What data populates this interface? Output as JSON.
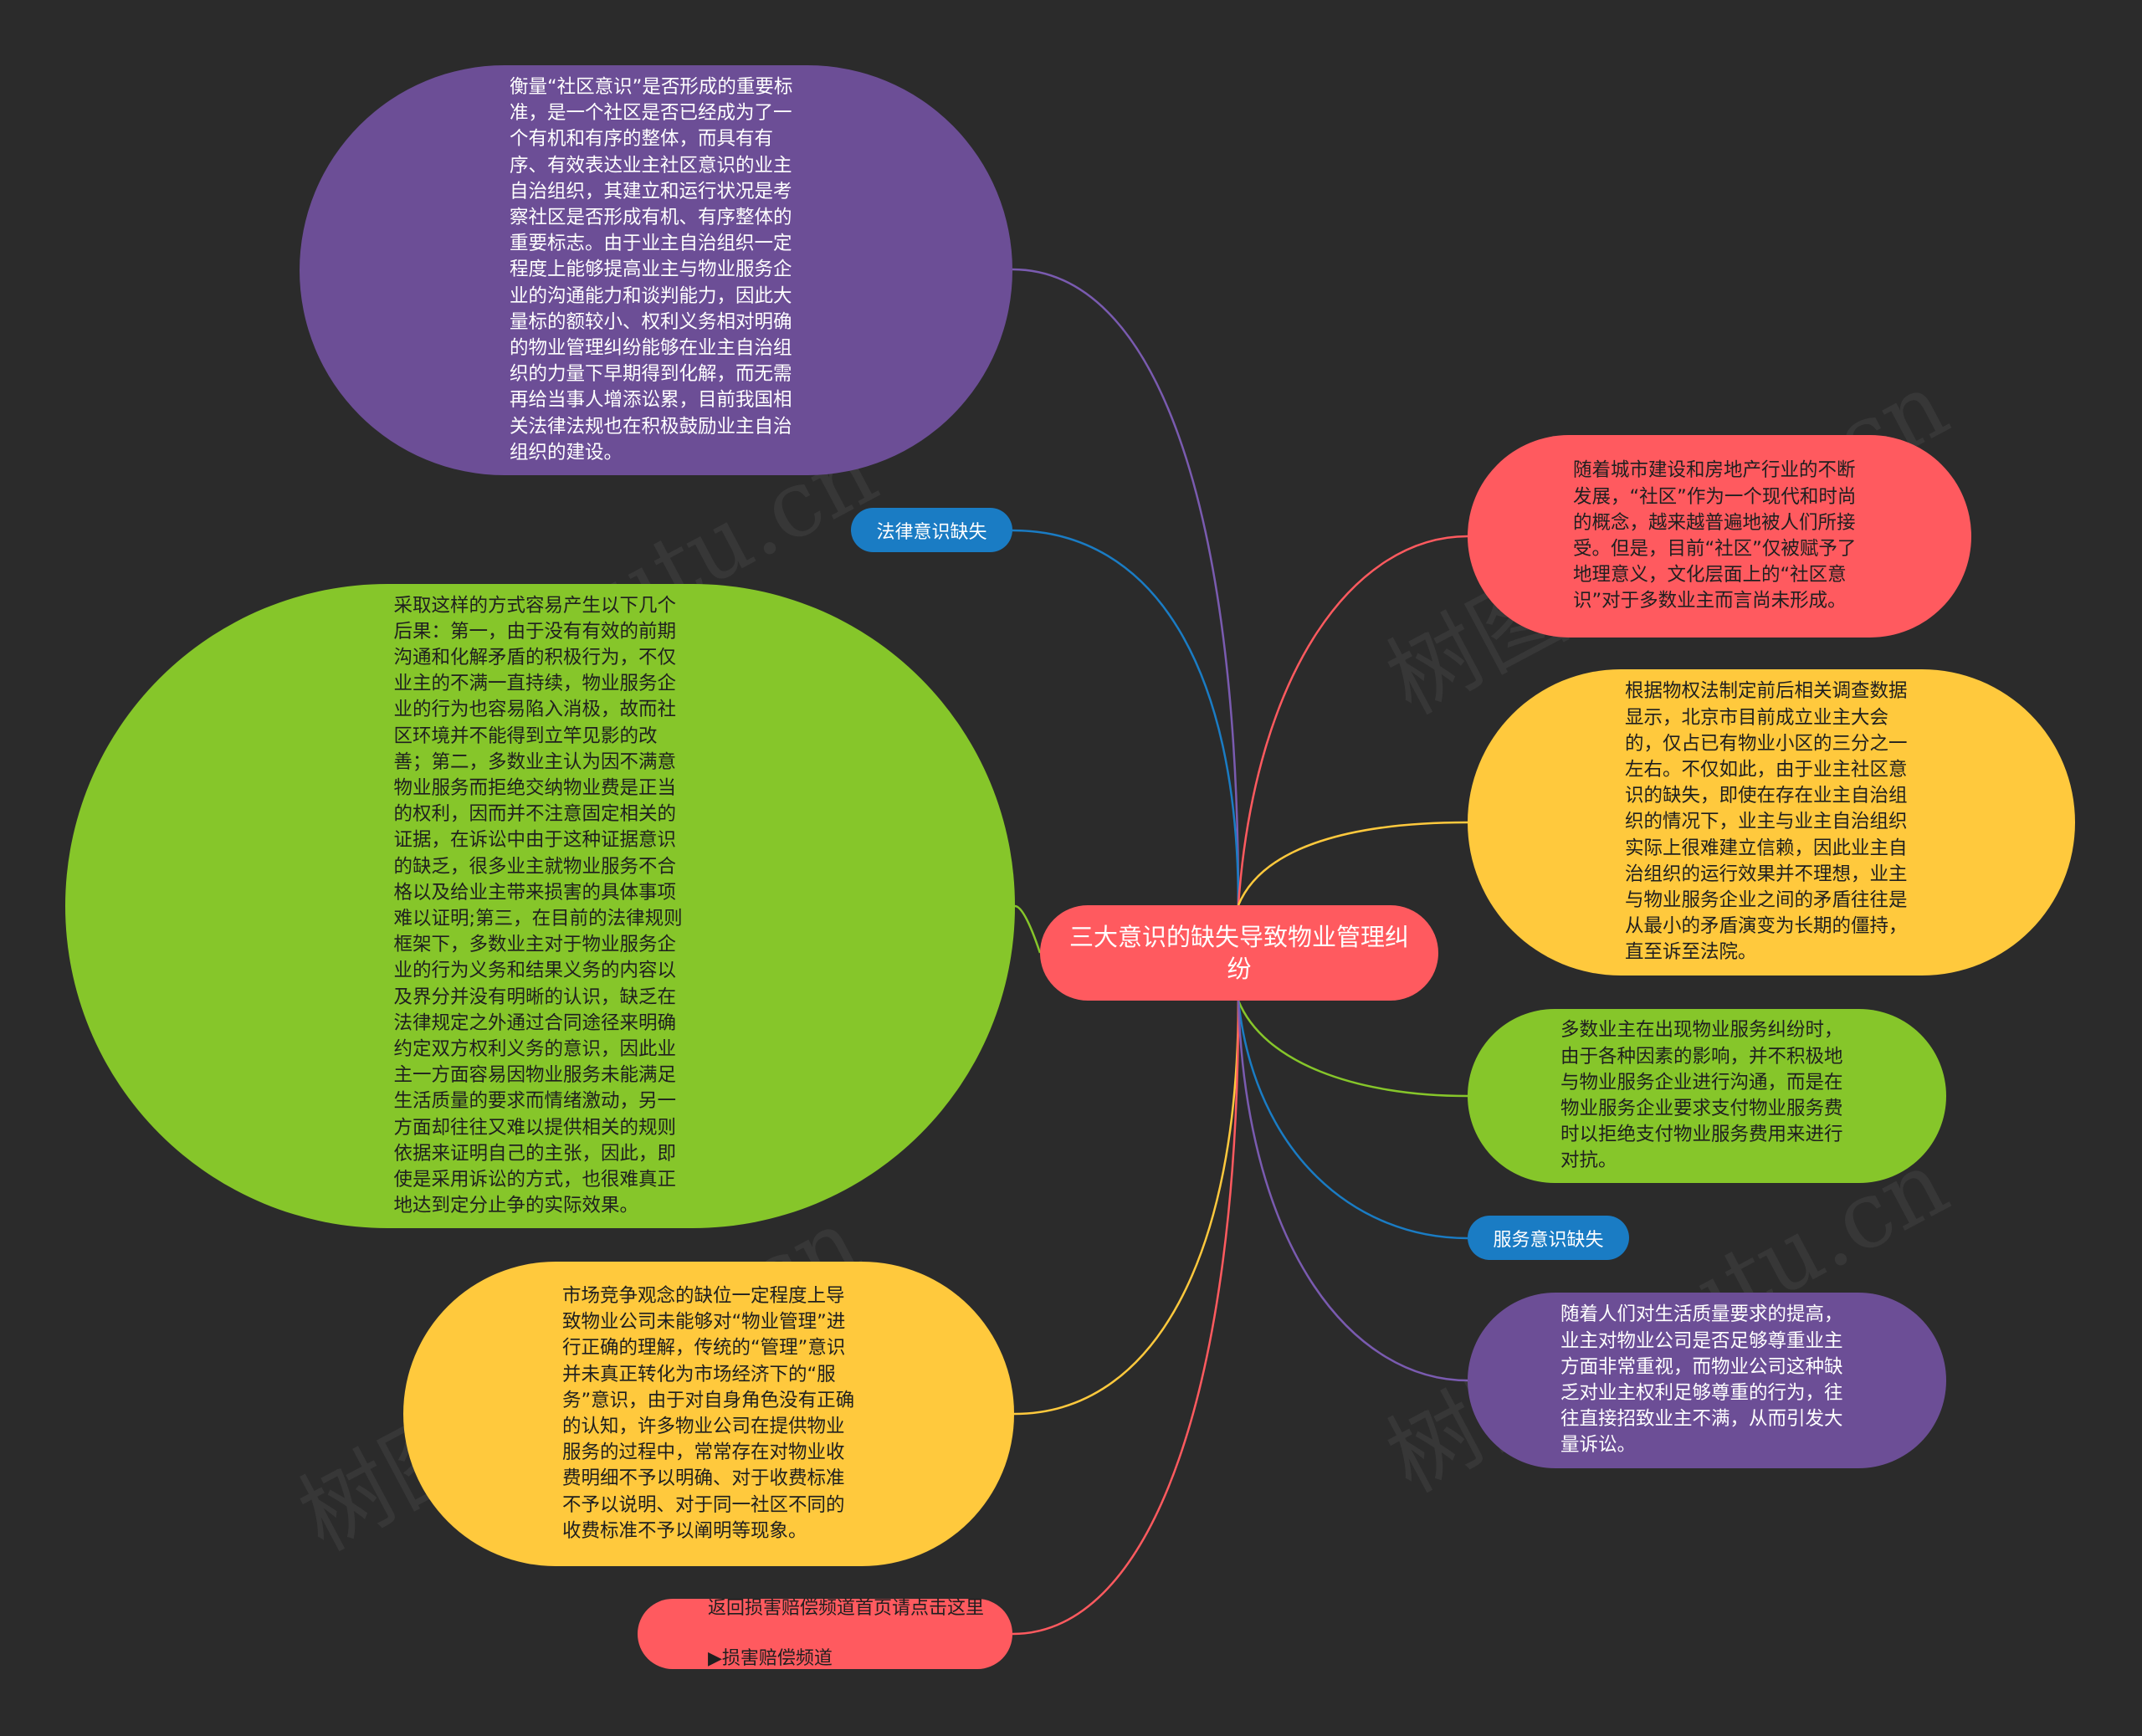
{
  "center": {
    "label": "三大意识的缺失导致物业管理纠纷"
  },
  "nodes": {
    "top_purple": "衡量“社区意识”是否形成的重要标准，是一个社区是否已经成为了一个有机和有序的整体，而具有有序、有效表达业主社区意识的业主自治组织，其建立和运行状况是考察社区是否形成有机、有序整体的重要标志。由于业主自治组织一定程度上能够提高业主与物业服务企业的沟通能力和谈判能力，因此大量标的额较小、权利义务相对明确的物业管理纠纷能够在业主自治组织的力量下早期得到化解，而无需再给当事人增添讼累，目前我国相关法律法规也在积极鼓励业主自治组织的建设。",
    "law_label": "法律意识缺失",
    "green_big": "采取这样的方式容易产生以下几个后果：第一，由于没有有效的前期沟通和化解矛盾的积极行为，不仅业主的不满一直持续，物业服务企业的行为也容易陷入消极，故而社区环境并不能得到立竿见影的改善；第二，多数业主认为因不满意物业服务而拒绝交纳物业费是正当的权利，因而并不注意固定相关的证据，在诉讼中由于这种证据意识的缺乏，很多业主就物业服务不合格以及给业主带来损害的具体事项难以证明;第三，在目前的法律规则框架下，多数业主对于物业服务企业的行为义务和结果义务的内容以及界分并没有明晰的认识，缺乏在法律规定之外通过合同途径来明确约定双方权利义务的意识，因此业主一方面容易因物业服务未能满足生活质量的要求而情绪激动，另一方面却往往又难以提供相关的规则依据来证明自己的主张，因此，即使是采用诉讼的方式，也很难真正地达到定分止争的实际效果。",
    "yellow_left": "市场竞争观念的缺位一定程度上导致物业公司未能够对“物业管理”进行正确的理解，传统的“管理”意识并未真正转化为市场经济下的“服务”意识，由于对自身角色没有正确的认知，许多物业公司在提供物业服务的过程中，常常存在对物业收费明细不予以明确、对于收费标准不予以说明、对于同一社区不同的收费标准不予以阐明等现象。",
    "return_line1": "返回损害赔偿频道首页请点击这里",
    "return_line2": "▶损害赔偿频道",
    "red_right": "随着城市建设和房地产行业的不断发展，“社区”作为一个现代和时尚的概念，越来越普遍地被人们所接受。但是，目前“社区”仅被赋予了地理意义，文化层面上的“社区意识”对于多数业主而言尚未形成。",
    "yellow_right": "根据物权法制定前后相关调查数据显示，北京市目前成立业主大会的，仅占已有物业小区的三分之一左右。不仅如此，由于业主社区意识的缺失，即使在存在业主自治组织的情况下，业主与业主自治组织实际上很难建立信赖，因此业主自治组织的运行效果并不理想，业主与物业服务企业之间的矛盾往往是从最小的矛盾演变为长期的僵持，直至诉至法院。",
    "green_right": "多数业主在出现物业服务纠纷时，由于各种因素的影响，并不积极地与物业服务企业进行沟通，而是在物业服务企业要求支付物业服务费时以拒绝支付物业服务费用来进行对抗。",
    "service_label": "服务意识缺失",
    "purple_right": "随着人们对生活质量要求的提高，业主对物业公司是否足够尊重业主方面非常重视，而物业公司这种缺乏对业主权利足够尊重的行为，往往直接招致业主不满，从而引发大量诉讼。"
  },
  "colors": {
    "background": "#2b2b2b",
    "red": "#ff5a5f",
    "purple": "#6c4e96",
    "green": "#86c62a",
    "yellow": "#ffc93d",
    "blue": "#1a7cc4"
  }
}
